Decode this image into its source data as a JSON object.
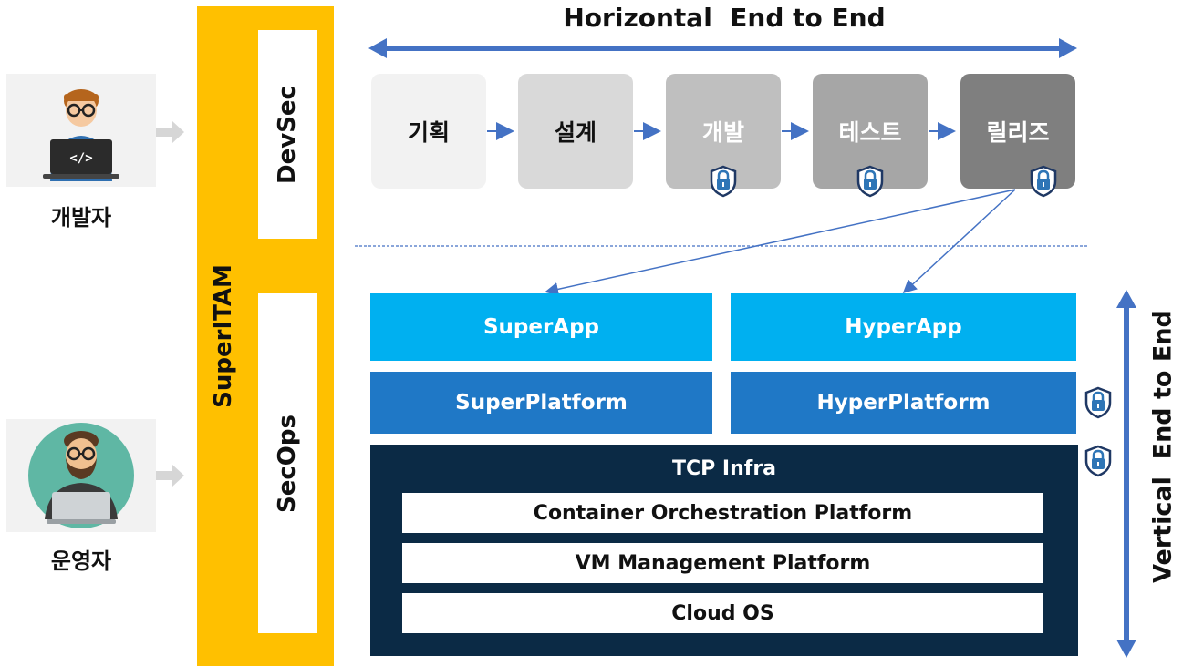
{
  "header": {
    "horizontal_title": "Horizontal  End to End"
  },
  "vertical_title": "Vertical  End to End",
  "personas": [
    {
      "label": "개발자",
      "icon": "developer-avatar-icon"
    },
    {
      "label": "운영자",
      "icon": "operator-avatar-icon"
    }
  ],
  "superitam": {
    "label": "SuperITAM",
    "devsec": "DevSec",
    "secops": "SecOps"
  },
  "pipeline": [
    {
      "label": "기획",
      "bg": "#f2f2f2",
      "color": "#111111",
      "locked": false
    },
    {
      "label": "설계",
      "bg": "#d9d9d9",
      "color": "#111111",
      "locked": false
    },
    {
      "label": "개발",
      "bg": "#bfbfbf",
      "color": "#ffffff",
      "locked": true
    },
    {
      "label": "테스트",
      "bg": "#a6a6a6",
      "color": "#ffffff",
      "locked": true
    },
    {
      "label": "릴리즈",
      "bg": "#7f7f7f",
      "color": "#ffffff",
      "locked": true
    }
  ],
  "layers": {
    "app_left": "SuperApp",
    "app_right": "HyperApp",
    "platform_left": "SuperPlatform",
    "platform_right": "HyperPlatform",
    "infra_title": "TCP Infra",
    "infra_rows": [
      "Container Orchestration Platform",
      "VM Management Platform",
      "Cloud OS"
    ]
  },
  "colors": {
    "superitam": "#ffc000",
    "app": "#00b0f0",
    "platform": "#1f78c6",
    "infra": "#0b2a45",
    "arrow": "#4472c4"
  }
}
